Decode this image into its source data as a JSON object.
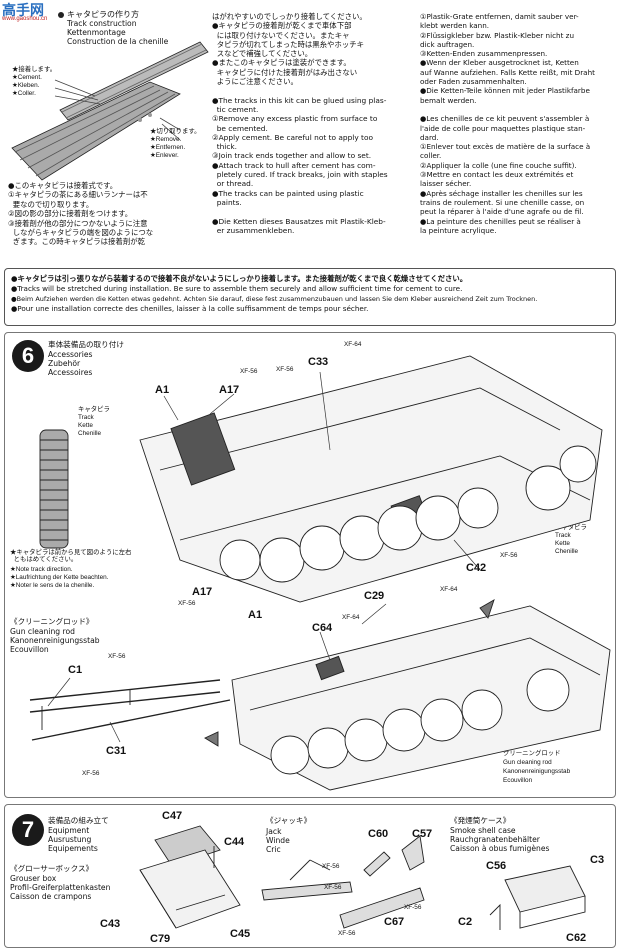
{
  "header": {
    "watermark": "高手网",
    "watermark_url": "www.gaoshou.cn",
    "track_title_jp": "キャタピラの作り方",
    "track_title_en": "Track construction",
    "track_title_de": "Kettenmontage",
    "track_title_fr": "Construction de la chenille"
  },
  "track_figure": {
    "apply_jp": "★接着します。",
    "apply_en": "★Cement.",
    "apply_de": "★Kleben.",
    "apply_fr": "★Coller.",
    "cut_jp": "★切り取ります。",
    "cut_en": "★Remove.",
    "cut_de": "★Entfernen.",
    "cut_fr": "★Enlever."
  },
  "col1_text": "●このキャタピラは接着式です。\n①キャタピラの茶にある細いランナーは不\n  要なので切り取ります。\n②図の影の部分に接着剤をつけます。\n③接着剤が他の部分につかないように注意\n  しながらキャタピラの端を図のようにつな\n  ぎます。この時キャタピラは接着剤が乾",
  "col2_text": "はがれやすいのでしっかり接着してください。\n●キャタピラの接着剤が乾くまで車体下部\n  には取り付けないでください。またキャ\n  タピラが切れてしまった時は黒糸やホッチキ\n  スなどで補強してください。\n●またこのキャタピラは塗装ができます。\n  キャタピラに付けた接着剤がはみ出さない\n  ようにご注意ください。\n\n●The tracks in this kit can be glued using plas-\n  tic cement.\n①Remove any excess plastic from surface to\n  be cemented.\n②Apply cement. Be careful not to apply too\n  thick.\n③Join track ends together and allow to set.\n●Attach track to hull after cement has com-\n  pletely cured. If track breaks, join with staples\n  or thread.\n●The tracks can be painted using plastic\n  paints.\n\n●Die Ketten dieses Bausatzes mit Plastik-Kleb-\n  er zusammenkleben.",
  "col3_text": "①Plastik-Grate entfernen, damit sauber ver-\nklebt werden kann.\n②Flüssigkleber bzw. Plastik-Kleber nicht zu\ndick auftragen.\n③Ketten-Enden zusammenpressen.\n●Wenn der Kleber ausgetrocknet ist, Ketten\nauf Wanne aufziehen. Falls Kette reißt, mit Draht\noder Faden zusammenhalten.\n●Die Ketten-Teile können mit jeder Plastikfarbe\nbemalt werden.\n\n●Les chenilles de ce kit peuvent s'assembler à\nl'aide de colle pour maquettes plastique stan-\ndard.\n①Enlever tout excès de matière de la surface à\ncoller.\n②Appliquer la colle (une fine couche suffit).\n③Mettre en contact les deux extrémités et\nlaisser sécher.\n●Après séchage installer les chenilles sur les\ntrains de roulement. Si une chenille casse, on\npeut la réparer à l'aide d'une agrafe ou de fil.\n●La peinture des chenilles peut se réaliser à\nla peinture acrylique.",
  "notice": {
    "jp": "●キャタピラは引っ張りながら装着するので接着不良がないようにしっかり接着します。また接着剤が乾くまで良く乾燥させてください。",
    "en": "●Tracks will be stretched during installation. Be sure to assemble them securely and allow sufficient time for cement to cure.",
    "de": "●Beim Aufziehen werden die Ketten etwas gedehnt. Achten Sie darauf, diese fest zusammenzubauen und lassen Sie dem Kleber ausreichend Zeit zum Trocknen.",
    "fr": "●Pour une installation correcte des chenilles, laisser à la colle suffisamment de temps pour sécher."
  },
  "step6": {
    "number": "6",
    "title_jp": "車体装備品の取り付け",
    "title_en": "Accessories",
    "title_de": "Zubehör",
    "title_fr": "Accessoires",
    "track_jp": "キャタピラ",
    "track_en": "Track",
    "track_de": "Kette",
    "track_fr": "Chenille",
    "direction_jp": "★キャタピラは前から見て図のように左右\n  ともはめてください。",
    "direction_en": "★Note track direction.",
    "direction_de": "★Laufrichtung der Kette beachten.",
    "direction_fr": "★Noter le sens de la chenille.",
    "rod_jp": "《クリーニングロッド》",
    "rod_en": "Gun cleaning rod",
    "rod_de": "Kanonenreinigungsstab",
    "rod_fr": "Ecouvillon",
    "rod2_jp": "クリーニングロッド",
    "rod2_en": "Gun cleaning rod",
    "rod2_de": "Kanonenreinigungsstab",
    "rod2_fr": "Ecouvillon",
    "track_r_jp": "キャタピラ",
    "track_r_en": "Track",
    "track_r_de": "Kette",
    "track_r_fr": "Chenille",
    "parts": [
      "A1",
      "A17",
      "C33",
      "XF-56",
      "XF-56",
      "XF-64",
      "C42",
      "XF-56",
      "XF-64",
      "A17",
      "XF-56",
      "A1",
      "C29",
      "XF-64",
      "C64",
      "C1",
      "XF-56",
      "C31",
      "XF-56"
    ]
  },
  "step7": {
    "number": "7",
    "title_jp": "装備品の組み立て",
    "title_en": "Equipment",
    "title_de": "Ausrustung",
    "title_fr": "Equipements",
    "grouser_jp": "《グローサーボックス》",
    "grouser_en": "Grouser box",
    "grouser_de": "Profil-Greiferplattenkasten",
    "grouser_fr": "Caisson de crampons",
    "jack_jp": "《ジャッキ》",
    "jack_en": "Jack",
    "jack_de": "Winde",
    "jack_fr": "Cric",
    "shell_jp": "《発煙筒ケース》",
    "shell_en": "Smoke shell case",
    "shell_de": "Rauchgranatenbehälter",
    "shell_fr": "Caisson à obus fumigènes",
    "parts": [
      "C47",
      "C44",
      "C43",
      "C79",
      "C45",
      "C60",
      "C57",
      "XF-56",
      "XF-56",
      "XF-56",
      "C67",
      "XF-56",
      "C56",
      "C3",
      "C2",
      "C62"
    ]
  }
}
